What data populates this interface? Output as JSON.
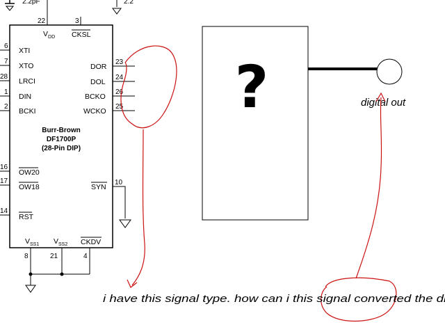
{
  "chip": {
    "top_label": "2.2pF",
    "top_right_label": "2.2",
    "maker": "Burr-Brown",
    "part": "DF1700P",
    "package": "(28-Pin DIP)",
    "vdd": "V",
    "vdd_sub": "DD",
    "vss1": "V",
    "vss1_sub": "SS1",
    "vss2": "V",
    "vss2_sub": "SS2"
  },
  "pins": {
    "p22": "22",
    "p3": "3",
    "cksl": "CKSL",
    "p6": "6",
    "xti": "XTI",
    "p7": "7",
    "xto": "XTO",
    "p28": "28",
    "lrci": "LRCI",
    "p1": "1",
    "din": "DIN",
    "p2": "2",
    "bcki": "BCKI",
    "p23": "23",
    "dor": "DOR",
    "p24": "24",
    "dol": "DOL",
    "p26": "26",
    "bcko": "BCKO",
    "p25": "25",
    "wcko": "WCKO",
    "p16": "16",
    "ow20": "OW20",
    "p17": "17",
    "ow18": "OW18",
    "p10": "10",
    "syn": "SYN",
    "p14": "14",
    "rst": "RST",
    "ckdv": "CKDV",
    "p8": "8",
    "p21": "21",
    "p4": "4"
  },
  "unknown_block": {
    "symbol": "?"
  },
  "digital_out_label": "digital out",
  "question_text": "i have this signal type. how can i this signal converted the digital out?",
  "colors": {
    "annotation": "#cc1111",
    "ink": "#000000"
  }
}
